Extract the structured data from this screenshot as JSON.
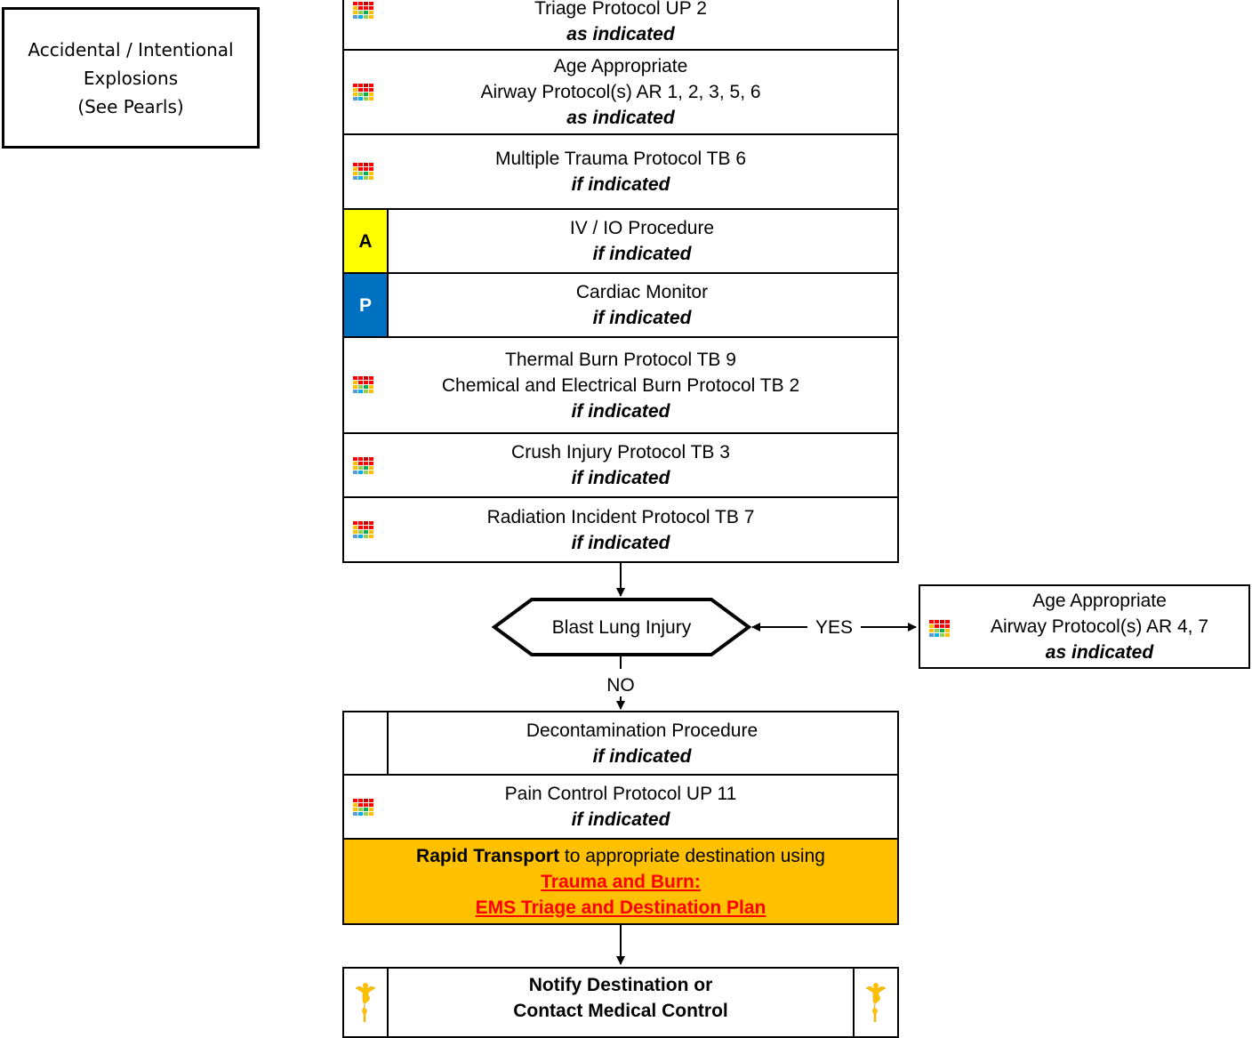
{
  "side_note": [
    "Accidental / Intentional",
    "Explosions",
    "(See Pearls)"
  ],
  "rows": {
    "triage": {
      "title": "Triage Protocol UP 2",
      "qualifier": "as indicated"
    },
    "airway": {
      "line1": "Age Appropriate",
      "line2": "Airway Protocol(s) AR 1, 2, 3, 5, 6",
      "qualifier": "as indicated"
    },
    "multiple_trauma": {
      "title": "Multiple Trauma Protocol TB 6",
      "qualifier": "if indicated"
    },
    "iv_io": {
      "level": "A",
      "level_color": "#ffff00",
      "title": "IV / IO Procedure",
      "qualifier": "if indicated"
    },
    "cardiac": {
      "level": "P",
      "level_color": "#0070c0",
      "title": "Cardiac Monitor",
      "qualifier": "if indicated"
    },
    "burn": {
      "line1": "Thermal Burn Protocol TB 9",
      "line2": "Chemical and Electrical Burn Protocol TB 2",
      "qualifier": "if indicated"
    },
    "crush": {
      "title": "Crush Injury Protocol TB 3",
      "qualifier": "if indicated"
    },
    "radiation": {
      "title": "Radiation Incident Protocol TB 7",
      "qualifier": "if indicated"
    }
  },
  "decision": {
    "label": "Blast Lung Injury",
    "yes_label": "YES",
    "no_label": "NO"
  },
  "yes_box": {
    "line1": "Age Appropriate",
    "line2": "Airway Protocol(s) AR 4, 7",
    "qualifier": "as indicated"
  },
  "lower_rows": {
    "decon": {
      "title": "Decontamination Procedure",
      "qualifier": "if indicated"
    },
    "pain": {
      "title": "Pain Control Protocol UP 11",
      "qualifier": "if indicated"
    }
  },
  "transport": {
    "bold": "Rapid Transport",
    "rest": " to appropriate destination using",
    "link1": "Trauma and Burn:",
    "link2": "EMS Triage and Destination Plan",
    "bg": "#ffc000"
  },
  "notify": {
    "line1": "Notify Destination or",
    "line2": "Contact Medical Control"
  },
  "colors": {
    "level_a": "#ffff00",
    "level_p": "#0070c0",
    "transport_bg": "#ffc000",
    "link": "#ff0000",
    "caduceus": "#ffc000"
  },
  "icons": {
    "protocol": "protocol-grid-icon",
    "medical_control": "caduceus-icon"
  }
}
